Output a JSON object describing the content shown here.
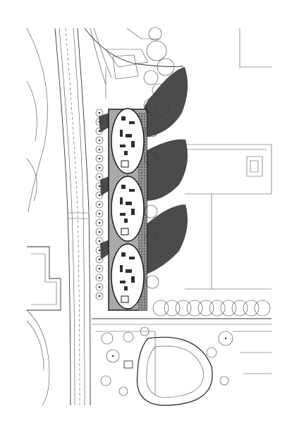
{
  "drawing": {
    "kind": "site plan",
    "colors": {
      "paper": "#ffffff",
      "line": "#333333",
      "shadow": "#4b4b4b",
      "hatch": "#9a9a9a"
    }
  },
  "buildings": {
    "pods": [
      {
        "id": "pod-north"
      },
      {
        "id": "pod-middle"
      },
      {
        "id": "pod-south"
      }
    ]
  }
}
